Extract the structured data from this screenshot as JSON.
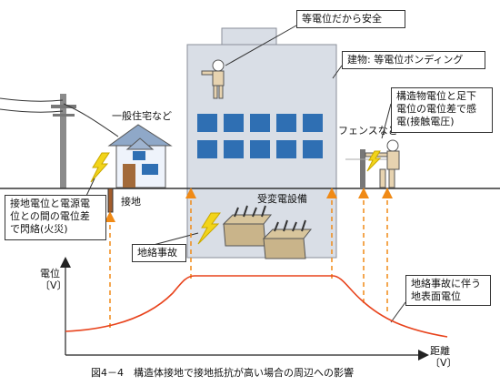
{
  "labels": {
    "house": "一般住宅など",
    "ground_rod": "接地",
    "substation": "受変電設備",
    "fence": "フェンスなど",
    "axis_y": "電位\n〔V〕",
    "axis_x": "距離\n〔V〕"
  },
  "callouts": {
    "top_safe": "等電位だから安全",
    "bonding": "建物: 等電位ボンディング",
    "touch_voltage": "構造物電位と足下\n電位の電位差で感\n電(接触電圧)",
    "flashover": "接地電位と電源電\n位との間の電位差\nで閃絡(火災)",
    "ground_fault": "地絡事故",
    "surface_potential": "地絡事故に伴う\n地表面電位"
  },
  "caption": "図4－4　構造体接地で接地抵抗が高い場合の周辺への影響",
  "colors": {
    "building": "#d9dee6",
    "building_edge": "#8a8f99",
    "window": "#2f6fb3",
    "curve": "#e8431c",
    "dashed_arrow": "#f08a16",
    "lightning": "#f2d41a",
    "ground_line": "#333333",
    "house_wall": "#eef3fb",
    "house_roof": "#8fa8c8",
    "pole": "#8b8b8b",
    "transformer": "#c9b48a",
    "worker": "#e7d3b0",
    "helmet": "#ffffff"
  }
}
